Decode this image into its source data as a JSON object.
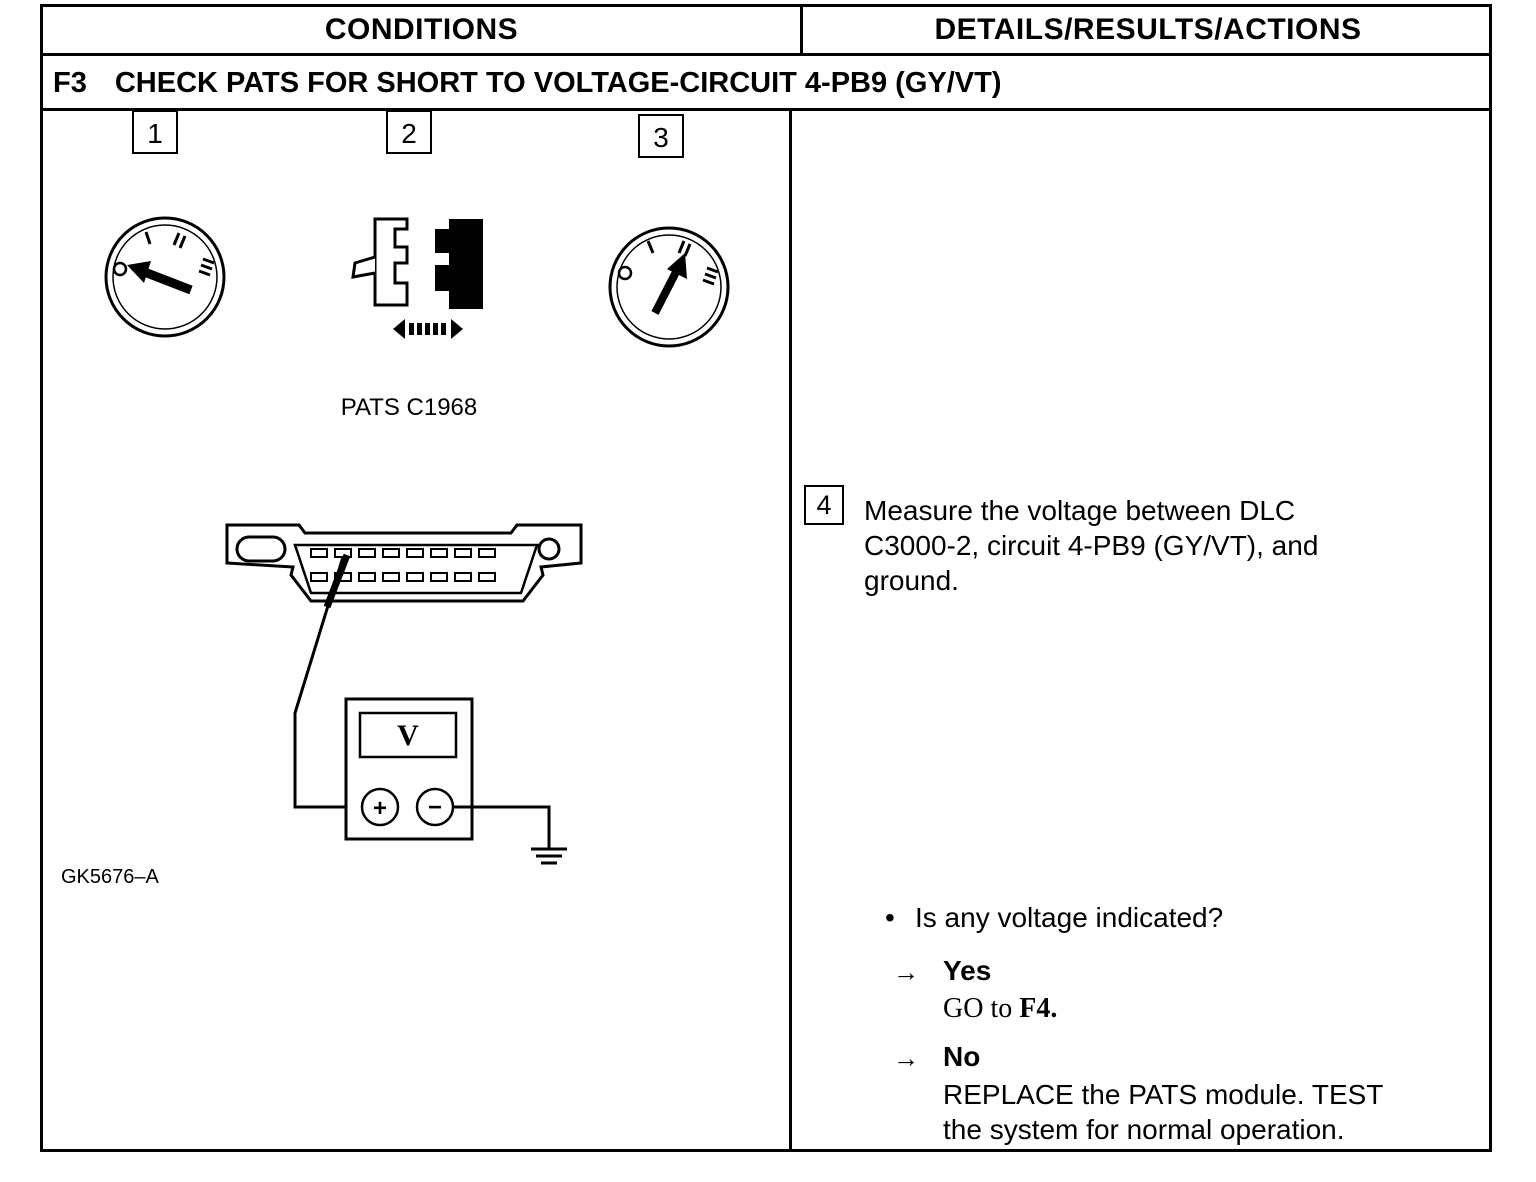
{
  "header": {
    "conditions": "CONDITIONS",
    "details": "DETAILS/RESULTS/ACTIONS"
  },
  "test": {
    "number": "F3",
    "title": "CHECK PATS FOR SHORT TO VOLTAGE-CIRCUIT 4-PB9 (GY/VT)"
  },
  "diagram": {
    "steps": [
      "1",
      "2",
      "3"
    ],
    "ignition_positions": [
      "O",
      "I",
      "II",
      "III"
    ],
    "connector_label": "PATS C1968",
    "meter_symbol": "V",
    "plus": "+",
    "minus": "−",
    "figure_id": "GK5676–A"
  },
  "step4": {
    "number": "4",
    "line1": "Measure the voltage between DLC",
    "line2": "C3000-2, circuit 4-PB9 (GY/VT), and",
    "line3": "ground."
  },
  "question": {
    "bullet": "•",
    "text": "Is any voltage indicated?"
  },
  "answers": {
    "arrow": "→",
    "yes_label": "Yes",
    "yes_go": "GO to",
    "yes_target": "F4.",
    "no_label": "No",
    "no_line1": "REPLACE the PATS module. TEST",
    "no_line2": "the system for normal operation."
  }
}
